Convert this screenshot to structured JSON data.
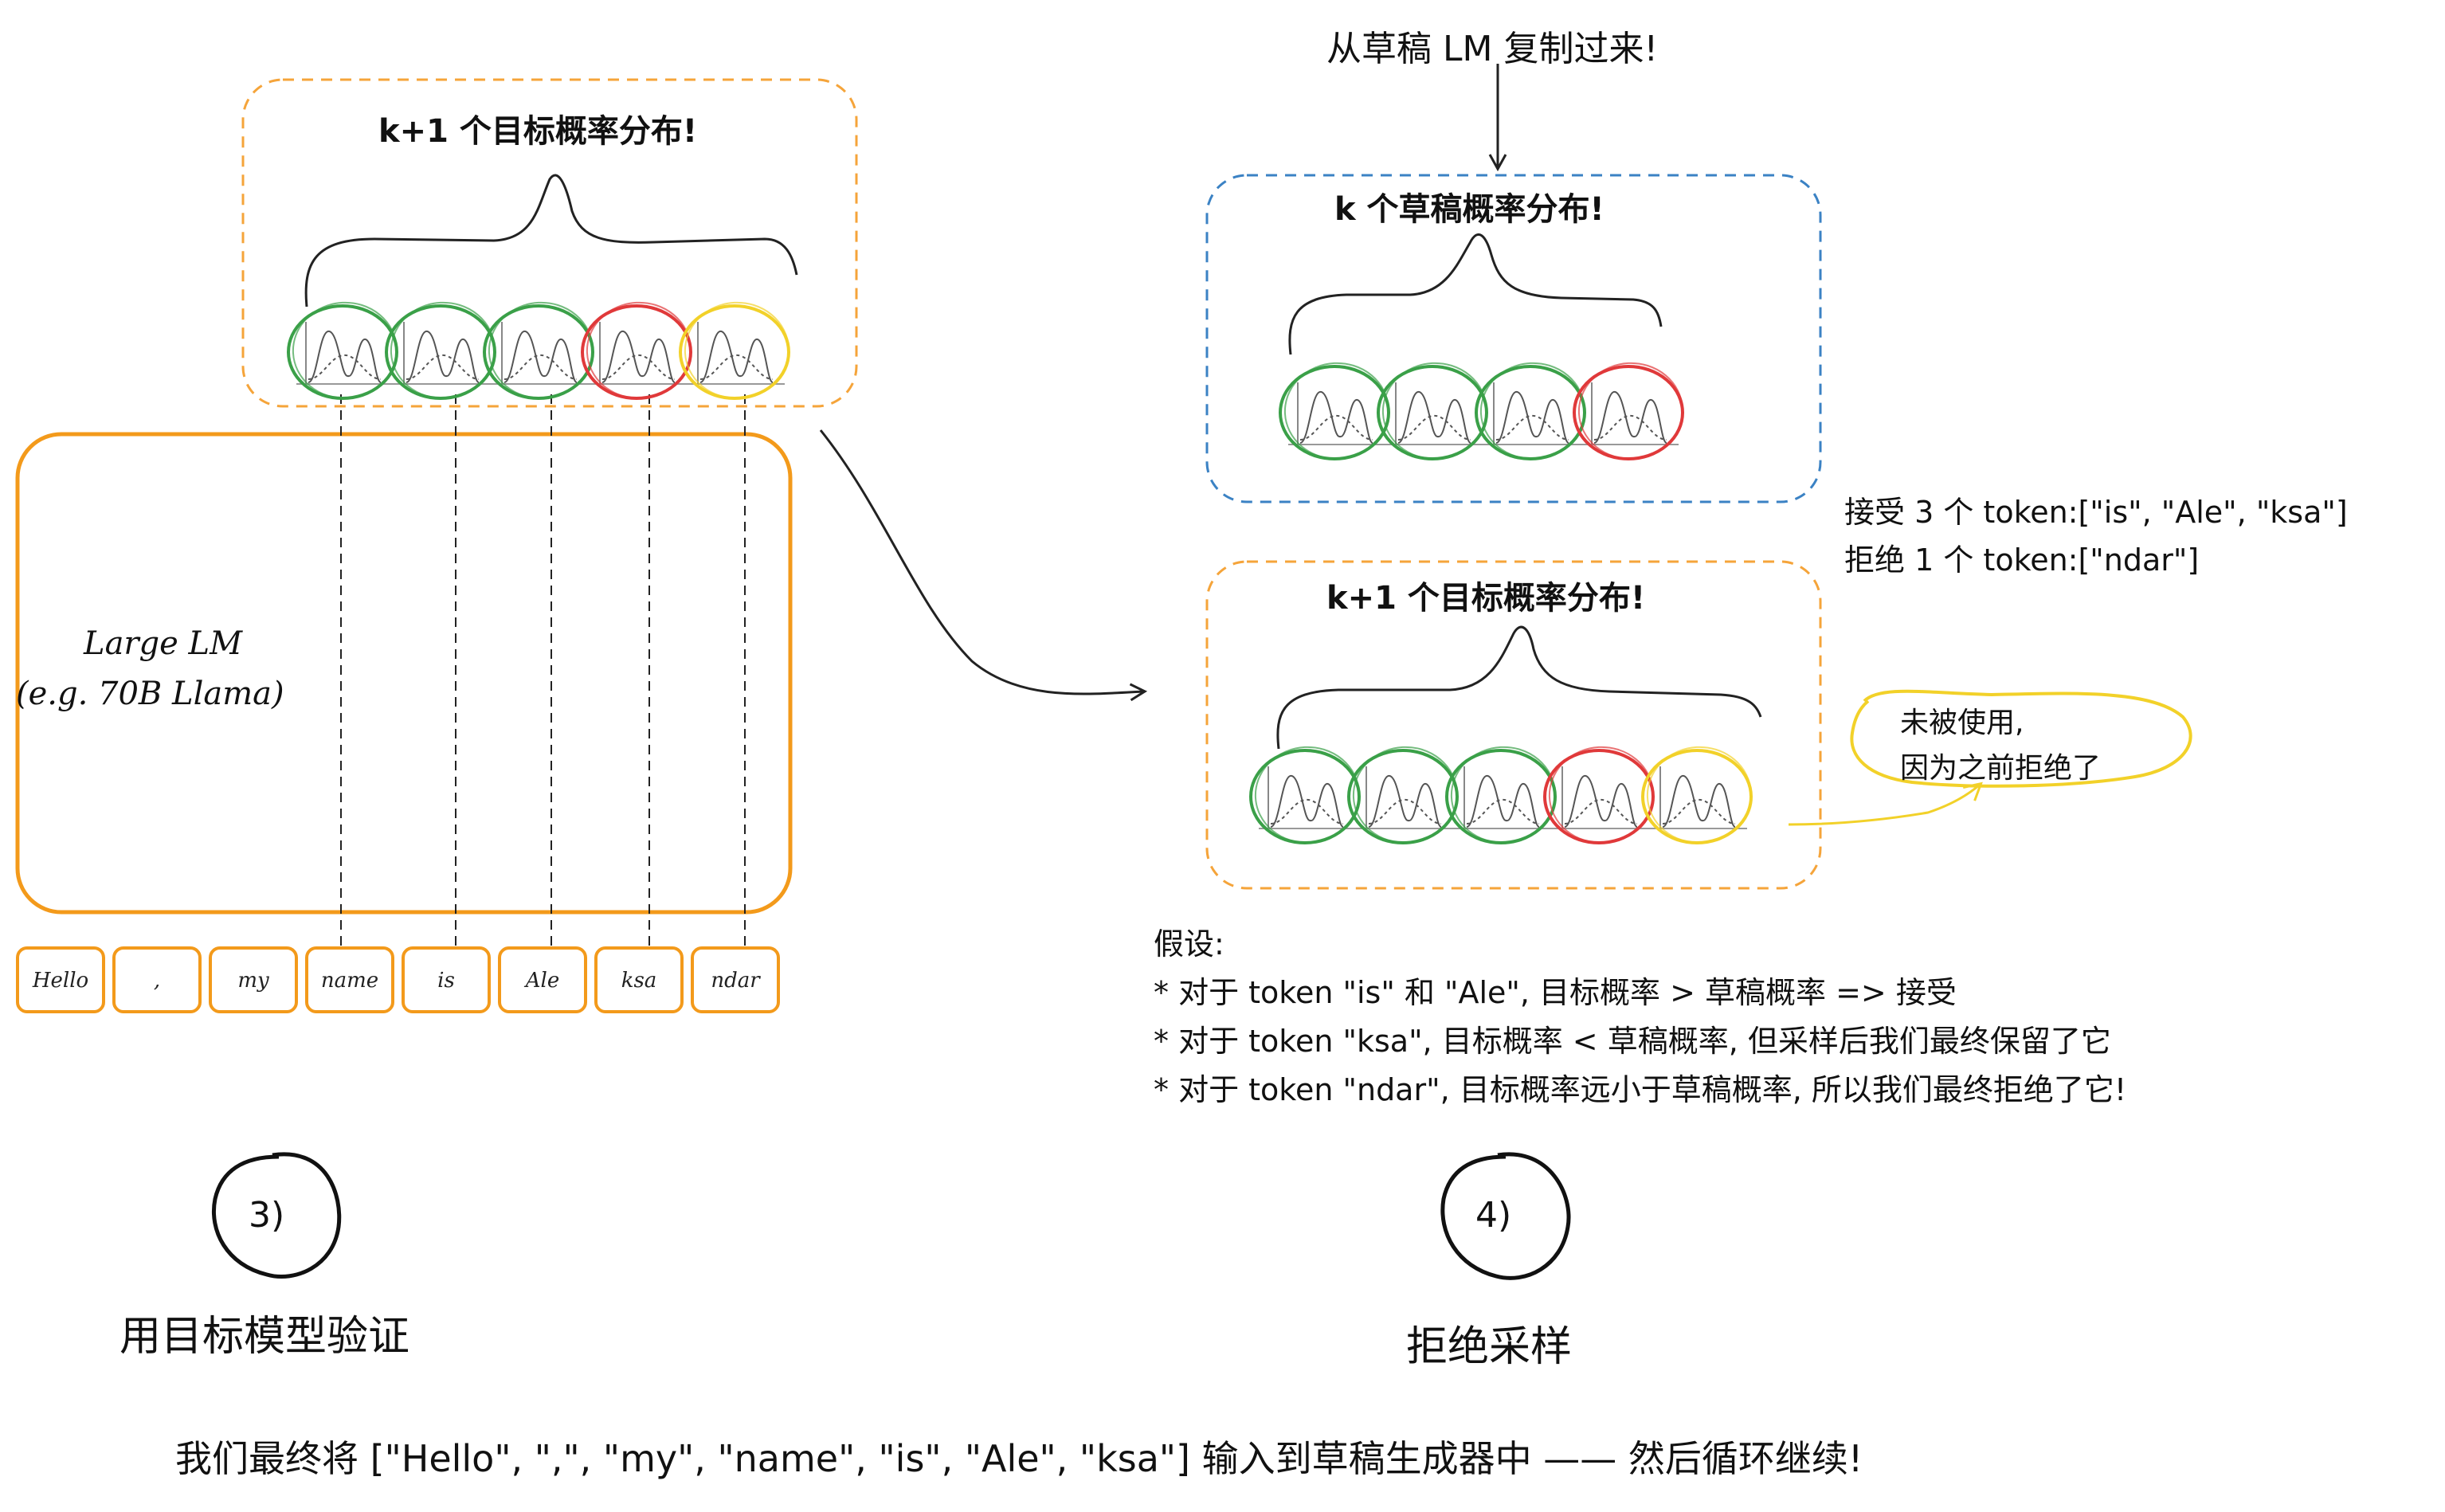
{
  "left_panel": {
    "target_dist_title": "k+1 个目标概率分布!",
    "model_label_line1": "Large LM",
    "model_label_line2": "(e.g. 70B Llama)",
    "tokens": [
      "Hello",
      ",",
      "my",
      "name",
      "is",
      "Ale",
      "ksa",
      "ndar"
    ],
    "step_number": "3)",
    "step_caption": "用目标模型验证"
  },
  "right_panel": {
    "copied_note": "从草稿 LM 复制过来!",
    "draft_dist_title": "k 个草稿概率分布!",
    "target_dist_title": "k+1 个目标概率分布!",
    "accept_line": "接受 3 个 token:[\"is\", \"Ale\", \"ksa\"]",
    "reject_line": "拒绝 1 个 token:[\"ndar\"]",
    "unused_line1": "未被使用,",
    "unused_line2": "因为之前拒绝了",
    "assumptions": [
      "假设:",
      "* 对于 token \"is\" 和 \"Ale\", 目标概率 > 草稿概率 => 接受",
      "* 对于 token \"ksa\", 目标概率 < 草稿概率, 但采样后我们最终保留了它",
      "* 对于 token \"ndar\", 目标概率远小于草稿概率, 所以我们最终拒绝了它!"
    ],
    "step_number": "4)",
    "step_caption": "拒绝采样"
  },
  "footer": {
    "conclusion": "我们最终将 [\"Hello\", \",\", \"my\", \"name\", \"is\", \"Ale\", \"ksa\"] 输入到草稿生成器中 —— 然后循环继续!"
  },
  "colors": {
    "orange": "#f5a43a",
    "orange_solid": "#f39a1b",
    "blue": "#3b82c4",
    "green": "#3aa048",
    "red": "#e0393a",
    "yellow": "#f2d129",
    "ink": "#111111"
  },
  "distribution_colors": {
    "left_target": [
      "green",
      "green",
      "green",
      "red",
      "yellow"
    ],
    "right_draft": [
      "green",
      "green",
      "green",
      "red"
    ],
    "right_target": [
      "green",
      "green",
      "green",
      "red",
      "yellow"
    ]
  }
}
